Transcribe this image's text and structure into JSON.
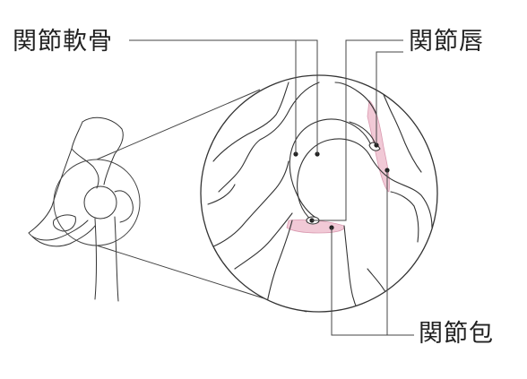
{
  "labels": {
    "cartilage": "関節軟骨",
    "labrum": "関節唇",
    "capsule": "関節包"
  },
  "colors": {
    "line": "#333333",
    "leader": "#444444",
    "highlight": "#f1c9d6",
    "highlight_stroke": "#d99ab0"
  }
}
